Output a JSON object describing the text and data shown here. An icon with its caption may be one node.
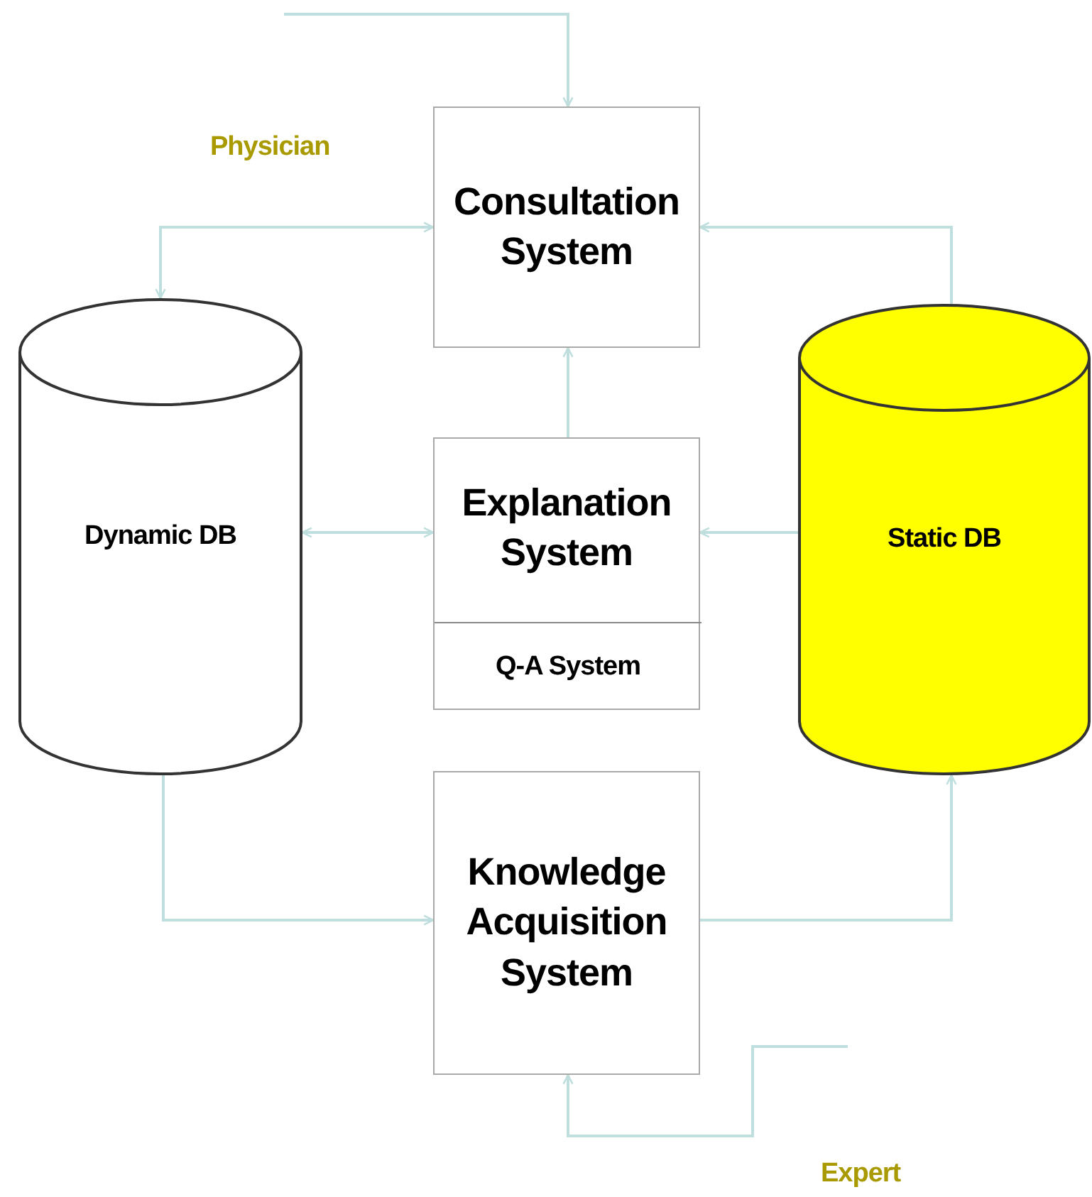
{
  "diagram": {
    "nodes": [
      {
        "text": [
          "Consultation System"
        ]
      },
      {
        "text": [
          "Dynamic DB"
        ]
      },
      {
        "text": [
          "Explanation System"
        ]
      },
      {
        "text": [
          "Q-A System"
        ],
        "in": 2
      },
      {
        "text": [
          "Static DB"
        ]
      },
      {
        "text": [
          "Knowledge Acquisition System"
        ]
      }
    ],
    "edges": [
      {
        "from": null,
        "to": 0,
        "arrow": "to"
      },
      {
        "from": 1,
        "to": 0,
        "arrow": "both"
      },
      {
        "from": 4,
        "to": 0,
        "arrow": "to"
      },
      {
        "from": 2,
        "to": 0,
        "arrow": "to"
      },
      {
        "from": 1,
        "to": 2,
        "arrow": "both"
      },
      {
        "from": 4,
        "to": 2,
        "arrow": "to"
      },
      {
        "from": 1,
        "to": 5,
        "arrow": "to"
      },
      {
        "from": 5,
        "to": 4,
        "arrow": "to"
      },
      {
        "from": null,
        "to": 5,
        "arrow": "to"
      }
    ],
    "labels": [
      "Physician",
      "Expert"
    ]
  }
}
